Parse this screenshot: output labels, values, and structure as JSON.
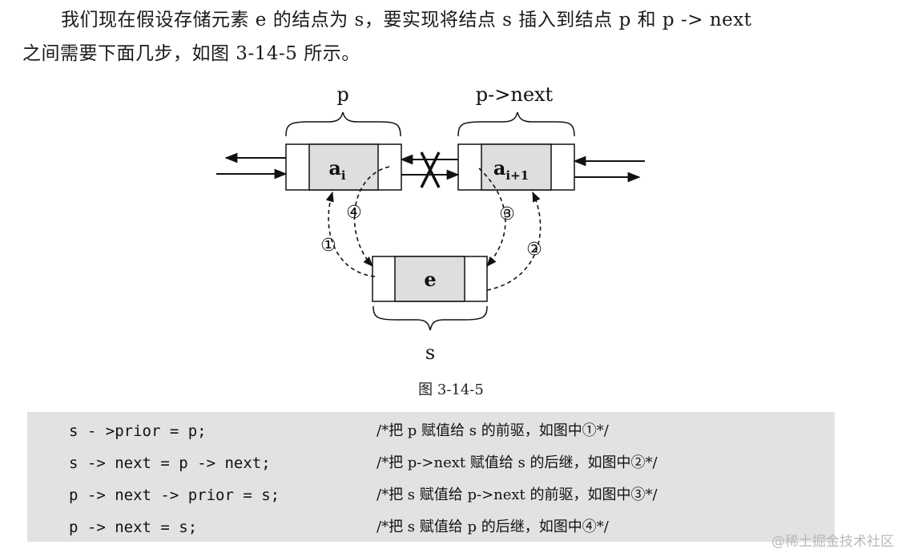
{
  "paragraph": {
    "line1": "我们现在假设存储元素 e 的结点为 s，要实现将结点 s 插入到结点 p 和 p -> next",
    "line2": "之间需要下面几步，如图 3-14-5 所示。"
  },
  "figure": {
    "label_p": "p",
    "label_p_next": "p->next",
    "node_ai": "a",
    "node_ai_sub": "i",
    "node_ai1": "a",
    "node_ai1_sub": "i+1",
    "node_e": "e",
    "label_s": "s",
    "steps": [
      "①",
      "②",
      "③",
      "④"
    ]
  },
  "caption": "图 3-14-5",
  "code": [
    {
      "statement": "s - >prior = p;",
      "comment": "/*把 p 赋值给 s 的前驱，如图中①*/"
    },
    {
      "statement": "s -> next = p -> next;",
      "comment": "/*把 p->next 赋值给 s 的后继，如图中②*/"
    },
    {
      "statement": "p -> next -> prior = s;",
      "comment": "/*把 s 赋值给 p->next 的前驱，如图中③*/"
    },
    {
      "statement": "p -> next = s;",
      "comment": "/*把 s 赋值给 p 的后继，如图中④*/"
    }
  ],
  "watermark": "@稀土掘金技术社区"
}
